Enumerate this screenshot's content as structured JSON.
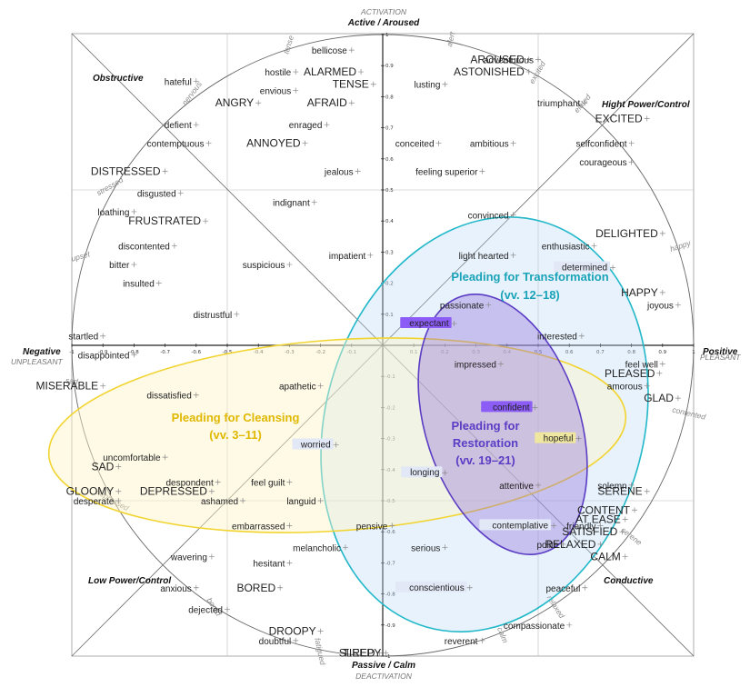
{
  "chart_data": {
    "type": "scatter",
    "xlim": [
      -1.0,
      1.0
    ],
    "ylim": [
      -1.0,
      1.0
    ],
    "xticks": [
      -1.0,
      -0.9,
      -0.8,
      -0.7,
      -0.6,
      -0.5,
      -0.4,
      -0.3,
      -0.2,
      -0.1,
      0.1,
      0.2,
      0.3,
      0.4,
      0.5,
      0.6,
      0.7,
      0.8,
      0.9,
      1.0
    ],
    "yticks": [
      1.0,
      0.9,
      0.8,
      0.7,
      0.6,
      0.5,
      0.4,
      0.3,
      0.2,
      0.1,
      -0.1,
      -0.2,
      -0.3,
      -0.4,
      -0.5,
      -0.6,
      -0.7,
      -0.8,
      -0.9,
      -1.0
    ],
    "axes": {
      "top_small": "ACTIVATION",
      "top": "Active / Aroused",
      "bottom": "Passive / Calm",
      "bottom_small": "DEACTIVATION",
      "left": "Negative",
      "left_small": "UNPLEASANT",
      "right": "Positive",
      "right_small": "PLEASANT"
    },
    "corners": {
      "top_left": "Obstructive",
      "top_right": "Hight Power/Control",
      "bottom_left": "Low Power/Control",
      "bottom_right": "Conductive"
    },
    "diagonal_labels": [
      "alert",
      "excited",
      "elated",
      "happy",
      "contented",
      "serene",
      "relaxed",
      "calm",
      "fatigued",
      "bored",
      "depressed",
      "sad",
      "upset",
      "stressed",
      "nervous",
      "tense"
    ],
    "points": [
      {
        "label": "bellicose",
        "x": -0.1,
        "y": 0.95,
        "size": 10
      },
      {
        "label": "hostile",
        "x": -0.28,
        "y": 0.88,
        "size": 10
      },
      {
        "label": "ALARMED",
        "x": -0.07,
        "y": 0.88,
        "size": 12
      },
      {
        "label": "TENSE",
        "x": -0.03,
        "y": 0.84,
        "size": 12
      },
      {
        "label": "hateful",
        "x": -0.6,
        "y": 0.85,
        "size": 10
      },
      {
        "label": "envious",
        "x": -0.28,
        "y": 0.82,
        "size": 10
      },
      {
        "label": "ANGRY",
        "x": -0.4,
        "y": 0.78,
        "size": 12
      },
      {
        "label": "AFRAID",
        "x": -0.1,
        "y": 0.78,
        "size": 12
      },
      {
        "label": "defient",
        "x": -0.6,
        "y": 0.71,
        "size": 10
      },
      {
        "label": "enraged",
        "x": -0.18,
        "y": 0.71,
        "size": 10
      },
      {
        "label": "contemptuous",
        "x": -0.56,
        "y": 0.65,
        "size": 10
      },
      {
        "label": "ANNOYED",
        "x": -0.25,
        "y": 0.65,
        "size": 12
      },
      {
        "label": "DISTRESSED",
        "x": -0.7,
        "y": 0.56,
        "size": 12
      },
      {
        "label": "jealous",
        "x": -0.08,
        "y": 0.56,
        "size": 10
      },
      {
        "label": "disgusted",
        "x": -0.65,
        "y": 0.49,
        "size": 10
      },
      {
        "label": "indignant",
        "x": -0.22,
        "y": 0.46,
        "size": 10
      },
      {
        "label": "loathing",
        "x": -0.8,
        "y": 0.43,
        "size": 10
      },
      {
        "label": "FRUSTRATED",
        "x": -0.57,
        "y": 0.4,
        "size": 12
      },
      {
        "label": "discontented",
        "x": -0.67,
        "y": 0.32,
        "size": 10
      },
      {
        "label": "impatient",
        "x": -0.04,
        "y": 0.29,
        "size": 10
      },
      {
        "label": "bitter",
        "x": -0.8,
        "y": 0.26,
        "size": 10
      },
      {
        "label": "suspicious",
        "x": -0.3,
        "y": 0.26,
        "size": 10
      },
      {
        "label": "insulted",
        "x": -0.72,
        "y": 0.2,
        "size": 10
      },
      {
        "label": "distrustful",
        "x": -0.47,
        "y": 0.1,
        "size": 10
      },
      {
        "label": "startled",
        "x": -0.9,
        "y": 0.03,
        "size": 10
      },
      {
        "label": "disappointed",
        "x": -0.8,
        "y": -0.03,
        "size": 10
      },
      {
        "label": "MISERABLE",
        "x": -0.9,
        "y": -0.13,
        "size": 12,
        "muted": true
      },
      {
        "label": "apathetic",
        "x": -0.2,
        "y": -0.13,
        "size": 10
      },
      {
        "label": "dissatisfied",
        "x": -0.6,
        "y": -0.16,
        "size": 10
      },
      {
        "label": "uncomfortable",
        "x": -0.7,
        "y": -0.36,
        "size": 10
      },
      {
        "label": "SAD",
        "x": -0.85,
        "y": -0.39,
        "size": 12
      },
      {
        "label": "despondent",
        "x": -0.53,
        "y": -0.44,
        "size": 10,
        "muted": true
      },
      {
        "label": "feel guilt",
        "x": -0.3,
        "y": -0.44,
        "size": 10,
        "muted": true
      },
      {
        "label": "GLOOMY",
        "x": -0.85,
        "y": -0.47,
        "size": 12
      },
      {
        "label": "DEPRESSED",
        "x": -0.55,
        "y": -0.47,
        "size": 12
      },
      {
        "label": "desperate",
        "x": -0.85,
        "y": -0.5,
        "size": 10,
        "muted": true
      },
      {
        "label": "ashamed",
        "x": -0.45,
        "y": -0.5,
        "size": 10,
        "muted": true
      },
      {
        "label": "languid",
        "x": -0.2,
        "y": -0.5,
        "size": 10
      },
      {
        "label": "embarrassed",
        "x": -0.3,
        "y": -0.58,
        "size": 10
      },
      {
        "label": "pensive",
        "x": 0.03,
        "y": -0.58,
        "size": 10
      },
      {
        "label": "melancholic",
        "x": -0.12,
        "y": -0.65,
        "size": 10
      },
      {
        "label": "serious",
        "x": 0.2,
        "y": -0.65,
        "size": 10
      },
      {
        "label": "wavering",
        "x": -0.55,
        "y": -0.68,
        "size": 10
      },
      {
        "label": "hesitant",
        "x": -0.3,
        "y": -0.7,
        "size": 10
      },
      {
        "label": "anxious",
        "x": -0.6,
        "y": -0.78,
        "size": 10
      },
      {
        "label": "BORED",
        "x": -0.33,
        "y": -0.78,
        "size": 12
      },
      {
        "label": "dejected",
        "x": -0.5,
        "y": -0.85,
        "size": 10
      },
      {
        "label": "DROOPY",
        "x": -0.2,
        "y": -0.92,
        "size": 12
      },
      {
        "label": "doubtful",
        "x": -0.28,
        "y": -0.95,
        "size": 10
      },
      {
        "label": "TIRED",
        "x": -0.01,
        "y": -0.99,
        "size": 12
      },
      {
        "label": "SLEEPY",
        "x": 0.01,
        "y": -0.99,
        "size": 12
      },
      {
        "label": "reverent",
        "x": 0.32,
        "y": -0.95,
        "size": 10
      },
      {
        "label": "compassionate",
        "x": 0.6,
        "y": -0.9,
        "size": 10
      },
      {
        "label": "peaceful",
        "x": 0.65,
        "y": -0.78,
        "size": 10
      },
      {
        "label": "CALM",
        "x": 0.78,
        "y": -0.68,
        "size": 12
      },
      {
        "label": "RELAXED",
        "x": 0.7,
        "y": -0.64,
        "size": 12
      },
      {
        "label": "SATISFIED",
        "x": 0.77,
        "y": -0.6,
        "size": 12
      },
      {
        "label": "AT EASE",
        "x": 0.78,
        "y": -0.56,
        "size": 12
      },
      {
        "label": "CONTENT",
        "x": 0.81,
        "y": -0.53,
        "size": 12
      },
      {
        "label": "friendly",
        "x": 0.7,
        "y": -0.58,
        "size": 10
      },
      {
        "label": "polite",
        "x": 0.58,
        "y": -0.64,
        "size": 10
      },
      {
        "label": "SERENE",
        "x": 0.85,
        "y": -0.47,
        "size": 12
      },
      {
        "label": "solemn",
        "x": 0.8,
        "y": -0.45,
        "size": 10
      },
      {
        "label": "attentive",
        "x": 0.5,
        "y": -0.45,
        "size": 10
      },
      {
        "label": "GLAD",
        "x": 0.95,
        "y": -0.17,
        "size": 12
      },
      {
        "label": "amorous",
        "x": 0.85,
        "y": -0.13,
        "size": 10
      },
      {
        "label": "PLEASED",
        "x": 0.89,
        "y": -0.09,
        "size": 12
      },
      {
        "label": "feel well",
        "x": 0.9,
        "y": -0.06,
        "size": 10
      },
      {
        "label": "impressed",
        "x": 0.38,
        "y": -0.06,
        "size": 10
      },
      {
        "label": "interested",
        "x": 0.64,
        "y": 0.03,
        "size": 10
      },
      {
        "label": "passionate",
        "x": 0.34,
        "y": 0.13,
        "size": 10
      },
      {
        "label": "HAPPY",
        "x": 0.9,
        "y": 0.17,
        "size": 12
      },
      {
        "label": "joyous",
        "x": 0.95,
        "y": 0.13,
        "size": 10
      },
      {
        "label": "light hearted",
        "x": 0.42,
        "y": 0.29,
        "size": 10
      },
      {
        "label": "enthusiastic",
        "x": 0.68,
        "y": 0.32,
        "size": 10
      },
      {
        "label": "DELIGHTED",
        "x": 0.9,
        "y": 0.36,
        "size": 12
      },
      {
        "label": "convinced",
        "x": 0.42,
        "y": 0.42,
        "size": 10
      },
      {
        "label": "feeling superior",
        "x": 0.32,
        "y": 0.56,
        "size": 10
      },
      {
        "label": "courageous",
        "x": 0.8,
        "y": 0.59,
        "size": 10
      },
      {
        "label": "conceited",
        "x": 0.18,
        "y": 0.65,
        "size": 10
      },
      {
        "label": "ambitious",
        "x": 0.42,
        "y": 0.65,
        "size": 10
      },
      {
        "label": "selfconfident",
        "x": 0.8,
        "y": 0.65,
        "size": 10
      },
      {
        "label": "EXCITED",
        "x": 0.85,
        "y": 0.73,
        "size": 12
      },
      {
        "label": "triumphant",
        "x": 0.65,
        "y": 0.78,
        "size": 10
      },
      {
        "label": "lusting",
        "x": 0.2,
        "y": 0.84,
        "size": 10
      },
      {
        "label": "AROUSED",
        "x": 0.47,
        "y": 0.92,
        "size": 12
      },
      {
        "label": "ASTONISHED",
        "x": 0.47,
        "y": 0.88,
        "size": 12
      },
      {
        "label": "adventurous",
        "x": 0.5,
        "y": 0.92,
        "size": 10
      }
    ],
    "highlighted": [
      {
        "label": "expectant",
        "x": 0.23,
        "y": 0.07,
        "color": "#8b5cf6",
        "text_color": "#ffffff"
      },
      {
        "label": "determined",
        "x": 0.74,
        "y": 0.25,
        "color": "#e2e8f6",
        "text_color": "#7a86b8"
      },
      {
        "label": "confident",
        "x": 0.49,
        "y": -0.2,
        "color": "#8b5cf6",
        "text_color": "#ffffff"
      },
      {
        "label": "hopeful",
        "x": 0.63,
        "y": -0.3,
        "color": "#efe6a0",
        "text_color": "#7a86b8"
      },
      {
        "label": "worried",
        "x": -0.15,
        "y": -0.32,
        "color": "#e2e8f6",
        "text_color": "#7a86b8"
      },
      {
        "label": "longing",
        "x": 0.2,
        "y": -0.41,
        "color": "#e2e8f6",
        "text_color": "#7a86b8"
      },
      {
        "label": "contemplative",
        "x": 0.55,
        "y": -0.58,
        "color": "#e2e8f6",
        "text_color": "#7a86b8"
      },
      {
        "label": "conscientious",
        "x": 0.28,
        "y": -0.78,
        "color": "#e2e8f6",
        "text_color": "#7a86b8"
      }
    ],
    "regions": [
      {
        "name": "Pleading for Transformation",
        "verses": "(vv. 12–18)",
        "stroke": "#22b8c9",
        "fill": "rgba(180,215,245,0.32)",
        "text_color": "#1aa3b8"
      },
      {
        "name": "Pleading for Cleansing",
        "verses": "(vv. 3–11)",
        "stroke": "#f2d430",
        "fill": "rgba(253,243,200,0.45)",
        "text_color": "#e0b800"
      },
      {
        "name": "Pleading for Restoration",
        "verses": "(vv. 19–21)",
        "stroke": "#5b3cc4",
        "fill": "rgba(147,112,219,0.38)",
        "text_color": "#5b3cc4"
      }
    ]
  }
}
